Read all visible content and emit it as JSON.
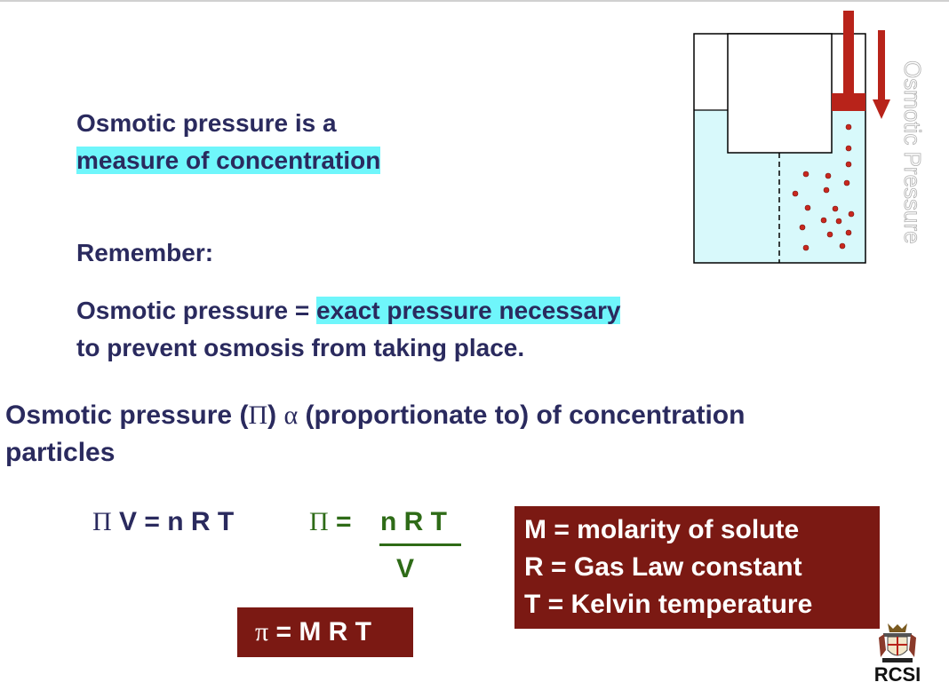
{
  "heading": {
    "line1": "Osmotic pressure is a",
    "line2": "measure of concentration"
  },
  "remember": "Remember:",
  "definition": {
    "prefix": "Osmotic pressure = ",
    "highlight": "exact pressure necessary",
    "line2": "to prevent osmosis from taking place."
  },
  "proportion": {
    "part1": "Osmotic pressure (",
    "pi_symbol": "Π",
    "part2": ") ",
    "alpha_symbol": "α",
    "part3": " (proportionate to) of concentration",
    "line2": "particles"
  },
  "equation1": {
    "pi": "Π",
    "rest": " V = n R T"
  },
  "equation2": {
    "pi": "Π",
    "equals": " = ",
    "numerator": "n R T",
    "denominator": "V"
  },
  "equation3": {
    "pi": "π",
    "rest": " = M R T"
  },
  "legend": {
    "line1": "M = molarity of solute",
    "line2": "R = Gas Law constant",
    "line3": "T = Kelvin temperature"
  },
  "diagram": {
    "label": "Osmotic Pressure"
  },
  "logo": {
    "text": "RCSI"
  },
  "colors": {
    "text": "#2a2a5e",
    "highlight": "#6ff6fb",
    "green": "#2e6b17",
    "dark_red_box": "#7b1913",
    "arrow": "#b8231a",
    "water": "#d8f9fb"
  }
}
